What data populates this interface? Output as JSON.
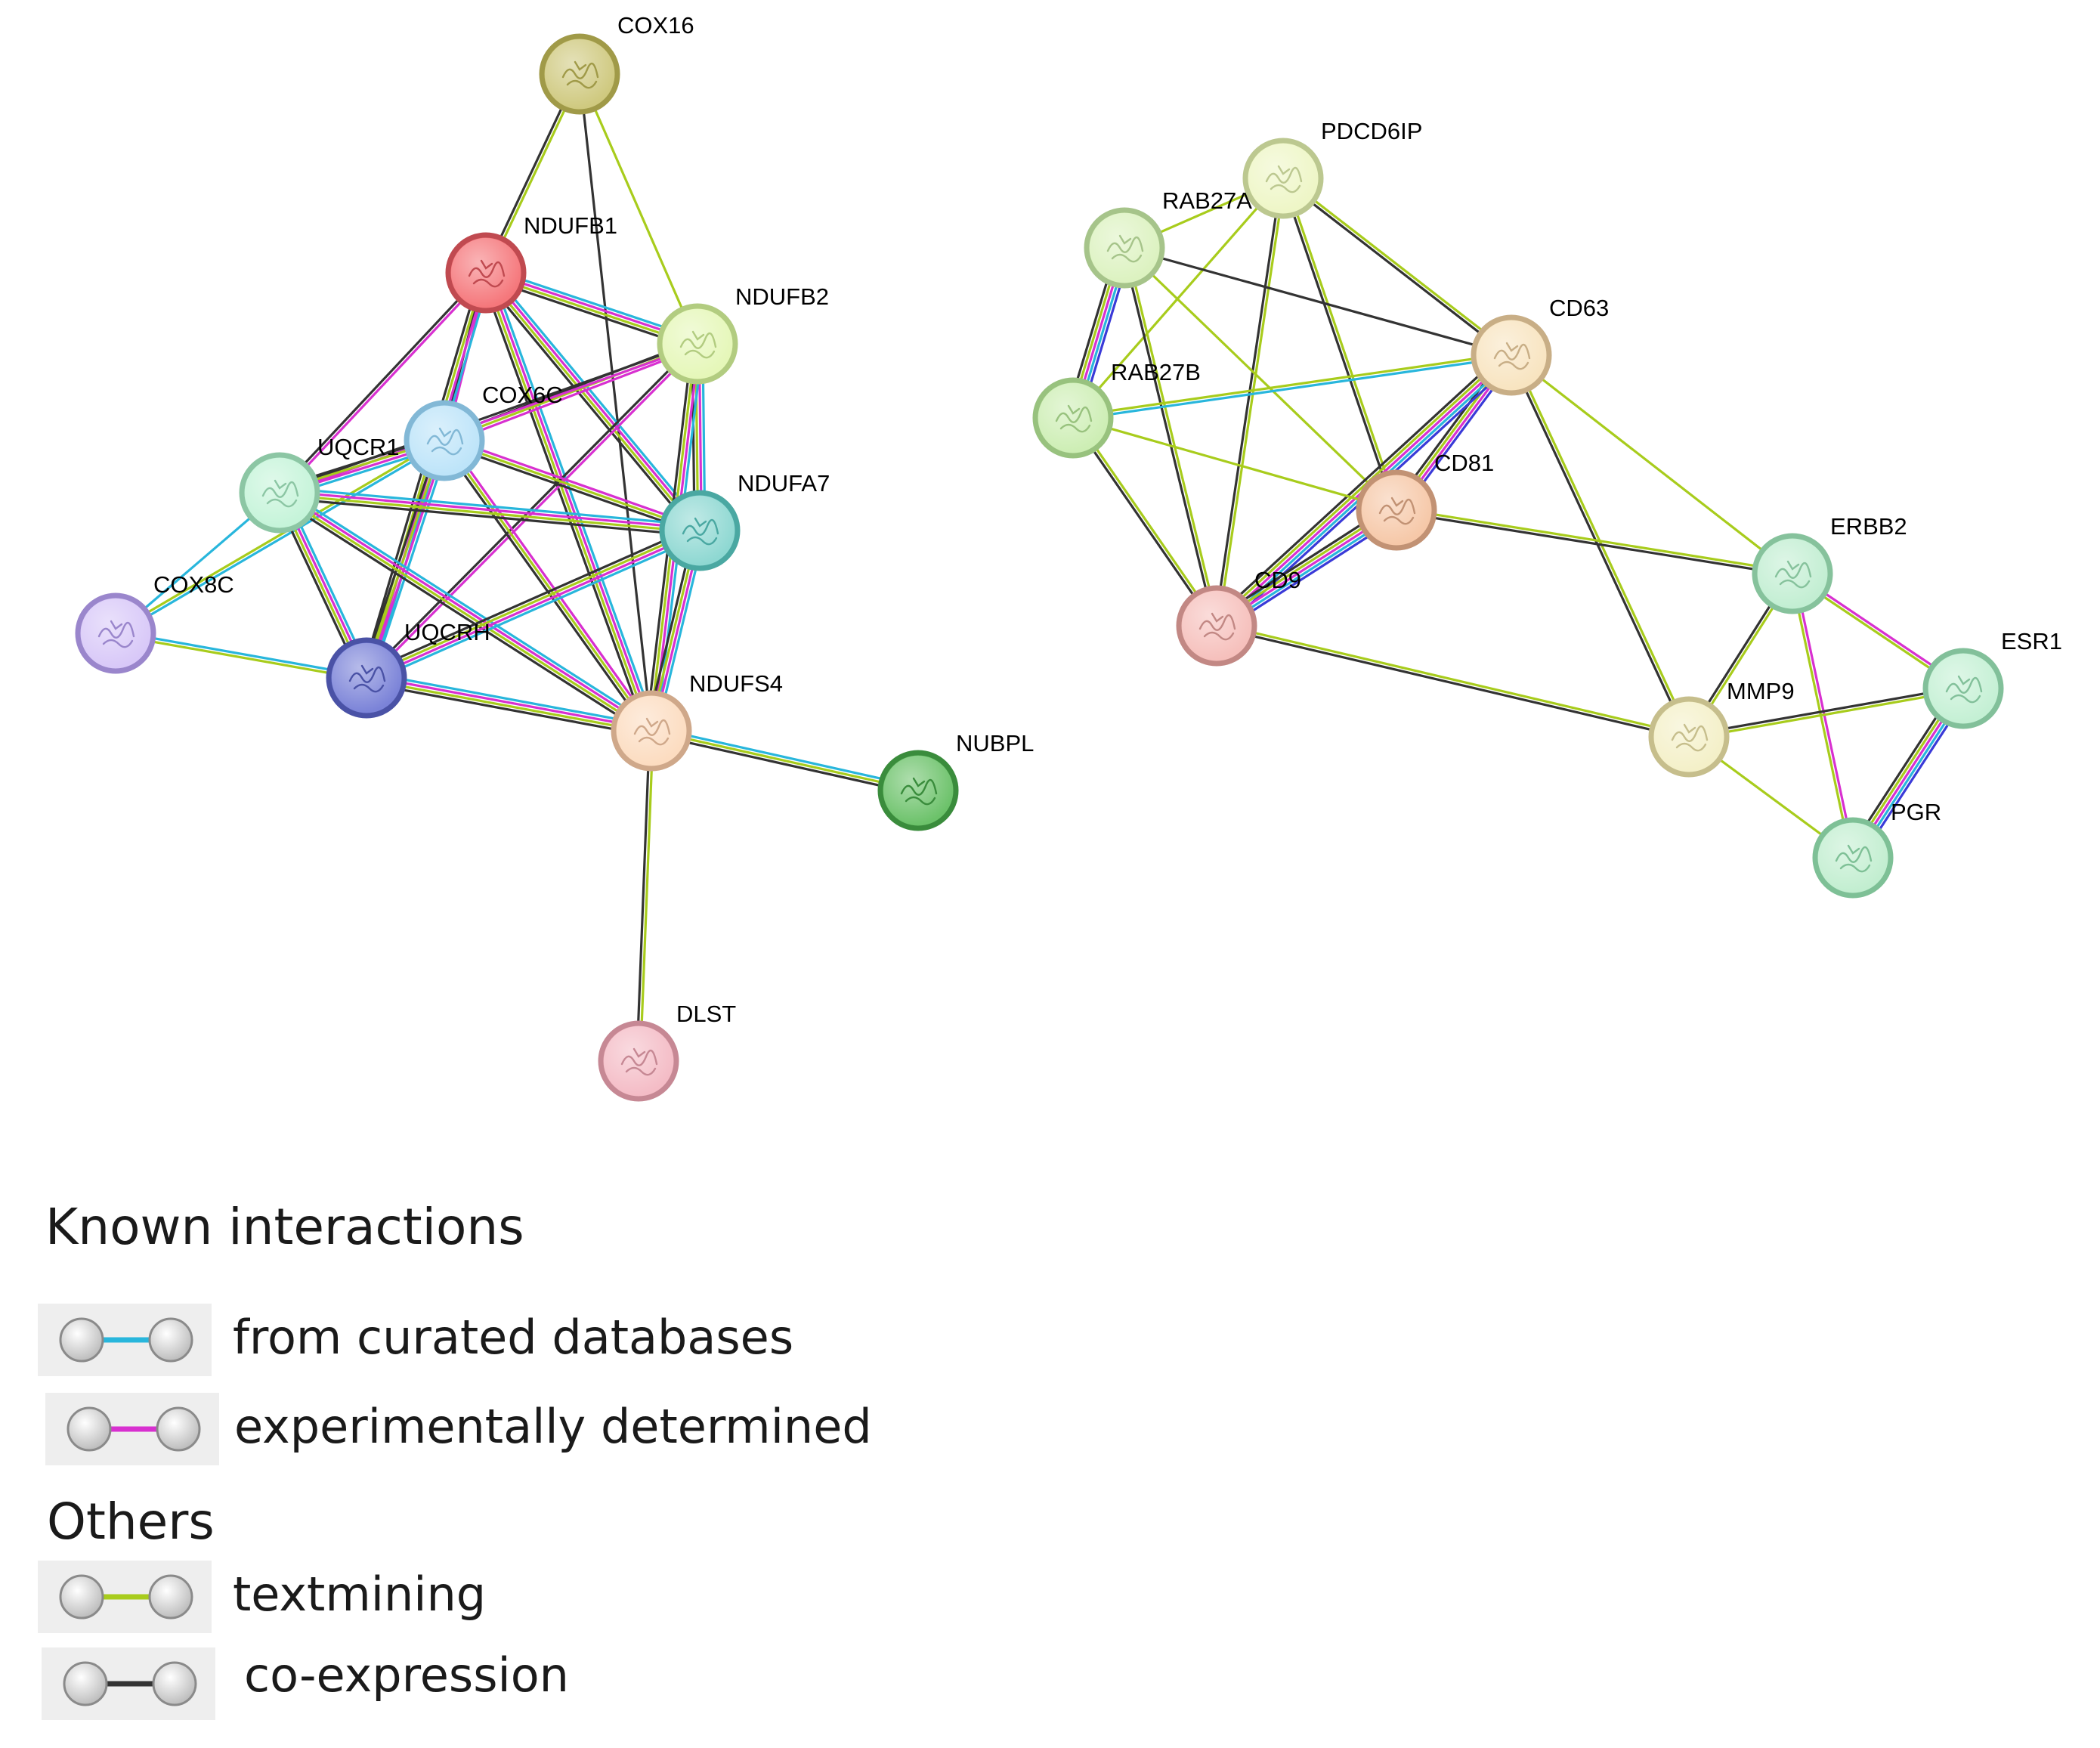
{
  "colors": {
    "curated_databases": "#28b6dc",
    "experimentally_determined": "#d830d0",
    "textmining": "#a8cc1c",
    "co_expression": "#333333",
    "gene_fusion": "#e81818",
    "gene_neighborhood": "#3a3ad8"
  },
  "nodes": [
    {
      "id": "COX16",
      "label": "COX16",
      "color": "#cfc97f",
      "border": "#a09a48",
      "cluster": "left"
    },
    {
      "id": "NDUFB1",
      "label": "NDUFB1",
      "color": "#f5777b",
      "border": "#c04a50",
      "cluster": "left"
    },
    {
      "id": "NDUFB2",
      "label": "NDUFB2",
      "color": "#e5f7b8",
      "border": "#b2cc80",
      "cluster": "left"
    },
    {
      "id": "COX6C",
      "label": "COX6C",
      "color": "#bde4f9",
      "border": "#82b8d6",
      "cluster": "left"
    },
    {
      "id": "UQCR1",
      "label": "UQCR1",
      "color": "#c5f4d9",
      "border": "#8cc6a4",
      "cluster": "left"
    },
    {
      "id": "NDUFA7",
      "label": "NDUFA7",
      "color": "#8ed8d2",
      "border": "#4aa8a2",
      "cluster": "left"
    },
    {
      "id": "COX8C",
      "label": "COX8C",
      "color": "#d8c8f8",
      "border": "#9a86cc",
      "cluster": "left"
    },
    {
      "id": "UQCRH",
      "label": "UQCRH",
      "color": "#7b83d8",
      "border": "#4a52a6",
      "cluster": "left"
    },
    {
      "id": "NDUFS4",
      "label": "NDUFS4",
      "color": "#fcdcc0",
      "border": "#cfa88a",
      "cluster": "left"
    },
    {
      "id": "NUBPL",
      "label": "NUBPL",
      "color": "#6cc26a",
      "border": "#3a8c3c",
      "cluster": "left"
    },
    {
      "id": "DLST",
      "label": "DLST",
      "color": "#f4bcc6",
      "border": "#c68894",
      "cluster": "left"
    },
    {
      "id": "PDCD6IP",
      "label": "PDCD6IP",
      "color": "#eef6c6",
      "border": "#bcc890",
      "cluster": "right"
    },
    {
      "id": "RAB27A",
      "label": "RAB27A",
      "color": "#dcf2c0",
      "border": "#a6c48a",
      "cluster": "right"
    },
    {
      "id": "CD63",
      "label": "CD63",
      "color": "#f8e4c0",
      "border": "#c8ae86",
      "cluster": "right"
    },
    {
      "id": "RAB27B",
      "label": "RAB27B",
      "color": "#cdeeb4",
      "border": "#98c27e",
      "cluster": "right"
    },
    {
      "id": "CD81",
      "label": "CD81",
      "color": "#f6c8a8",
      "border": "#c29274",
      "cluster": "right"
    },
    {
      "id": "ERBB2",
      "label": "ERBB2",
      "color": "#c2eed2",
      "border": "#86c29c",
      "cluster": "right"
    },
    {
      "id": "CD9",
      "label": "CD9",
      "color": "#f6c0bc",
      "border": "#c28884",
      "cluster": "right"
    },
    {
      "id": "ESR1",
      "label": "ESR1",
      "color": "#c4f0d4",
      "border": "#82c09a",
      "cluster": "right"
    },
    {
      "id": "MMP9",
      "label": "MMP9",
      "color": "#f4f0c8",
      "border": "#c6be8c",
      "cluster": "right"
    },
    {
      "id": "PGR",
      "label": "PGR",
      "color": "#c2eed0",
      "border": "#7ec096",
      "cluster": "right"
    }
  ],
  "edges": [
    {
      "source": "COX16",
      "target": "NDUFB1",
      "types": [
        "textmining",
        "co_expression"
      ]
    },
    {
      "source": "COX16",
      "target": "NDUFB2",
      "types": [
        "textmining"
      ]
    },
    {
      "source": "COX16",
      "target": "NDUFS4",
      "types": [
        "co_expression"
      ]
    },
    {
      "source": "NDUFB1",
      "target": "NDUFB2",
      "types": [
        "curated_databases",
        "experimentally_determined",
        "textmining",
        "co_expression"
      ]
    },
    {
      "source": "NDUFB1",
      "target": "COX6C",
      "types": [
        "experimentally_determined",
        "co_expression"
      ]
    },
    {
      "source": "NDUFB1",
      "target": "UQCR1",
      "types": [
        "experimentally_determined",
        "co_expression"
      ]
    },
    {
      "source": "NDUFB1",
      "target": "NDUFA7",
      "types": [
        "curated_databases",
        "experimentally_determined",
        "textmining",
        "co_expression"
      ]
    },
    {
      "source": "NDUFB1",
      "target": "UQCRH",
      "types": [
        "curated_databases",
        "experimentally_determined",
        "textmining",
        "co_expression"
      ]
    },
    {
      "source": "NDUFB1",
      "target": "NDUFS4",
      "types": [
        "curated_databases",
        "experimentally_determined",
        "textmining",
        "co_expression"
      ]
    },
    {
      "source": "NDUFB2",
      "target": "COX6C",
      "types": [
        "experimentally_determined",
        "textmining",
        "co_expression"
      ]
    },
    {
      "source": "NDUFB2",
      "target": "UQCR1",
      "types": [
        "experimentally_determined",
        "co_expression"
      ]
    },
    {
      "source": "NDUFB2",
      "target": "NDUFA7",
      "types": [
        "curated_databases",
        "experimentally_determined",
        "textmining",
        "co_expression"
      ]
    },
    {
      "source": "NDUFB2",
      "target": "UQCRH",
      "types": [
        "experimentally_determined",
        "co_expression"
      ]
    },
    {
      "source": "NDUFB2",
      "target": "NDUFS4",
      "types": [
        "curated_databases",
        "experimentally_determined",
        "textmining",
        "co_expression"
      ]
    },
    {
      "source": "COX6C",
      "target": "UQCR1",
      "types": [
        "curated_databases",
        "experimentally_determined",
        "textmining",
        "co_expression"
      ]
    },
    {
      "source": "COX6C",
      "target": "NDUFA7",
      "types": [
        "experimentally_determined",
        "textmining",
        "co_expression"
      ]
    },
    {
      "source": "COX6C",
      "target": "COX8C",
      "types": [
        "curated_databases",
        "textmining"
      ]
    },
    {
      "source": "COX6C",
      "target": "UQCRH",
      "types": [
        "curated_databases",
        "experimentally_determined",
        "textmining",
        "co_expression"
      ]
    },
    {
      "source": "COX6C",
      "target": "NDUFS4",
      "types": [
        "experimentally_determined",
        "textmining",
        "co_expression"
      ]
    },
    {
      "source": "UQCR1",
      "target": "NDUFA7",
      "types": [
        "curated_databases",
        "experimentally_determined",
        "textmining",
        "co_expression"
      ]
    },
    {
      "source": "UQCR1",
      "target": "COX8C",
      "types": [
        "curated_databases"
      ]
    },
    {
      "source": "UQCR1",
      "target": "UQCRH",
      "types": [
        "curated_databases",
        "experimentally_determined",
        "textmining",
        "co_expression"
      ]
    },
    {
      "source": "UQCR1",
      "target": "NDUFS4",
      "types": [
        "curated_databases",
        "experimentally_determined",
        "textmining",
        "co_expression"
      ]
    },
    {
      "source": "NDUFA7",
      "target": "UQCRH",
      "types": [
        "curated_databases",
        "experimentally_determined",
        "textmining",
        "co_expression"
      ]
    },
    {
      "source": "NDUFA7",
      "target": "NDUFS4",
      "types": [
        "curated_databases",
        "experimentally_determined",
        "textmining",
        "co_expression"
      ]
    },
    {
      "source": "COX8C",
      "target": "UQCRH",
      "types": [
        "curated_databases",
        "textmining"
      ]
    },
    {
      "source": "UQCRH",
      "target": "NDUFS4",
      "types": [
        "curated_databases",
        "experimentally_determined",
        "textmining",
        "co_expression"
      ]
    },
    {
      "source": "NDUFS4",
      "target": "NUBPL",
      "types": [
        "curated_databases",
        "textmining",
        "co_expression"
      ]
    },
    {
      "source": "NDUFS4",
      "target": "DLST",
      "types": [
        "textmining",
        "co_expression"
      ]
    },
    {
      "source": "PDCD6IP",
      "target": "RAB27A",
      "types": [
        "textmining"
      ]
    },
    {
      "source": "PDCD6IP",
      "target": "CD63",
      "types": [
        "textmining",
        "co_expression"
      ]
    },
    {
      "source": "PDCD6IP",
      "target": "RAB27B",
      "types": [
        "textmining"
      ]
    },
    {
      "source": "PDCD6IP",
      "target": "CD81",
      "types": [
        "textmining",
        "co_expression"
      ]
    },
    {
      "source": "PDCD6IP",
      "target": "CD9",
      "types": [
        "textmining",
        "co_expression"
      ]
    },
    {
      "source": "RAB27A",
      "target": "CD63",
      "types": [
        "co_expression"
      ]
    },
    {
      "source": "RAB27A",
      "target": "RAB27B",
      "types": [
        "gene_neighborhood",
        "curated_databases",
        "experimentally_determined",
        "textmining",
        "co_expression"
      ]
    },
    {
      "source": "RAB27A",
      "target": "CD81",
      "types": [
        "textmining"
      ]
    },
    {
      "source": "RAB27A",
      "target": "CD9",
      "types": [
        "textmining",
        "co_expression"
      ]
    },
    {
      "source": "CD63",
      "target": "RAB27B",
      "types": [
        "curated_databases",
        "textmining"
      ]
    },
    {
      "source": "CD63",
      "target": "CD81",
      "types": [
        "gene_neighborhood",
        "experimentally_determined",
        "textmining",
        "co_expression"
      ]
    },
    {
      "source": "CD63",
      "target": "CD9",
      "types": [
        "gene_neighborhood",
        "curated_databases",
        "experimentally_determined",
        "textmining",
        "co_expression"
      ]
    },
    {
      "source": "CD63",
      "target": "ERBB2",
      "types": [
        "textmining"
      ]
    },
    {
      "source": "CD63",
      "target": "MMP9",
      "types": [
        "textmining",
        "co_expression"
      ]
    },
    {
      "source": "RAB27B",
      "target": "CD81",
      "types": [
        "textmining"
      ]
    },
    {
      "source": "RAB27B",
      "target": "CD9",
      "types": [
        "textmining",
        "co_expression"
      ]
    },
    {
      "source": "CD81",
      "target": "CD9",
      "types": [
        "gene_neighborhood",
        "curated_databases",
        "experimentally_determined",
        "textmining",
        "co_expression"
      ]
    },
    {
      "source": "CD81",
      "target": "ERBB2",
      "types": [
        "textmining",
        "co_expression"
      ]
    },
    {
      "source": "CD9",
      "target": "MMP9",
      "types": [
        "textmining",
        "co_expression"
      ]
    },
    {
      "source": "ERBB2",
      "target": "MMP9",
      "types": [
        "textmining",
        "co_expression"
      ]
    },
    {
      "source": "ERBB2",
      "target": "ESR1",
      "types": [
        "experimentally_determined",
        "textmining"
      ]
    },
    {
      "source": "ERBB2",
      "target": "PGR",
      "types": [
        "experimentally_determined",
        "textmining"
      ]
    },
    {
      "source": "ESR1",
      "target": "MMP9",
      "types": [
        "textmining",
        "co_expression"
      ]
    },
    {
      "source": "ESR1",
      "target": "PGR",
      "types": [
        "gene_neighborhood",
        "curated_databases",
        "experimentally_determined",
        "textmining",
        "co_expression"
      ]
    },
    {
      "source": "MMP9",
      "target": "PGR",
      "types": [
        "textmining"
      ]
    }
  ],
  "legend": {
    "known_heading": "Known interactions",
    "others_heading": "Others",
    "items": [
      {
        "label": "from curated databases",
        "type": "curated_databases"
      },
      {
        "label": "experimentally determined",
        "type": "experimentally_determined"
      },
      {
        "label": "textmining",
        "type": "textmining"
      },
      {
        "label": "co-expression",
        "type": "co_expression"
      }
    ]
  }
}
